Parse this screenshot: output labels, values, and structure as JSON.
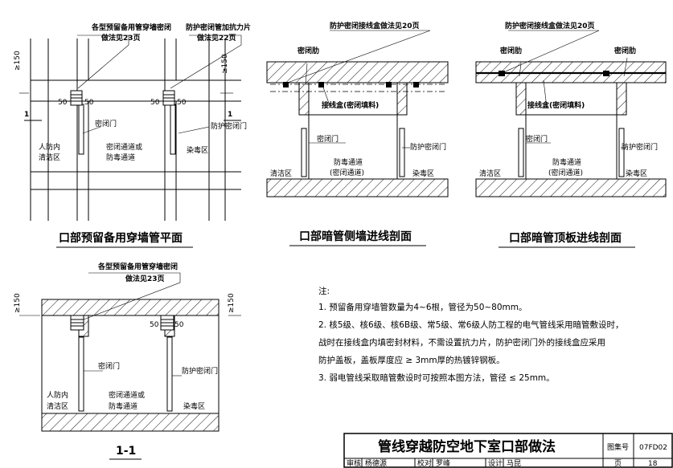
{
  "plan": {
    "caption": "口部预留备用穿墙管平面",
    "leader_a": [
      "各型预留备用管穿墙密闭",
      "做法见23页"
    ],
    "leader_b": [
      "防护密闭管加抗力片",
      "做法见22页"
    ],
    "dim_ge150": "≥150",
    "dim_50": "50",
    "section_mark": "1",
    "door_seal": "密闭门",
    "door_protect": "防护密闭门",
    "area_clean": [
      "人防内",
      "清洁区"
    ],
    "area_passage": [
      "密闭通道或",
      "防毒通道"
    ],
    "area_contam": "染毒区"
  },
  "side": {
    "caption": "口部暗管侧墙进线剖面",
    "leader": "防护密闭接线盒做法见20页",
    "rib": "密闭肋",
    "box": "接线盒(密闭填料)",
    "door_seal": "密闭门",
    "door_protect": "防护密闭门",
    "area_clean": "清洁区",
    "area_passage": [
      "防毒通道",
      "(密闭通道)"
    ],
    "area_contam": "染毒区"
  },
  "top": {
    "caption": "口部暗管顶板进线剖面",
    "leader": "防护密闭接线盒做法见20页",
    "rib": "密闭肋",
    "box": "接线盒(密闭填料)",
    "door_seal": "密闭门",
    "door_protect": "防护密闭门",
    "area_clean": "清洁区",
    "area_passage": [
      "防毒通道",
      "(密闭通道)"
    ],
    "area_contam": "染毒区"
  },
  "sec": {
    "caption": "1-1",
    "leader": [
      "各型预留备用管穿墙密闭",
      "做法见23页"
    ],
    "dim_ge150": "≥150",
    "dim_50": "50",
    "door_seal": "密闭门",
    "door_protect": "防护密闭门",
    "area_clean": [
      "人防内",
      "清洁区"
    ],
    "area_passage": [
      "密闭通道或",
      "防毒通道"
    ],
    "area_contam": "染毒区"
  },
  "notes": {
    "title": "注:",
    "lines": [
      "1. 预留备用穿墙管数量为4~6根，管径为50~80mm。",
      "2. 核5级、核6级、核6B级、常5级、常6级人防工程的电气管线采用暗管敷设时，",
      "    战时在接线盒内填密封材料，不需设置抗力片，防护密闭门外的接线盒应采用",
      "    防护盖板，盖板厚度应 ≥ 3mm厚的热镀锌钢板。",
      "3. 弱电管线采取暗管敷设时可按照本图方法，管径 ≤ 25mm。"
    ]
  },
  "titleblock": {
    "title": "管线穿越防空地下室口部做法",
    "atlas_label": "图集号",
    "atlas_no": "07FD02",
    "page_label": "页",
    "page_no": "18",
    "row": [
      "审核",
      "杨德源",
      "校对",
      "罗峰",
      "设计",
      "马昆"
    ]
  }
}
